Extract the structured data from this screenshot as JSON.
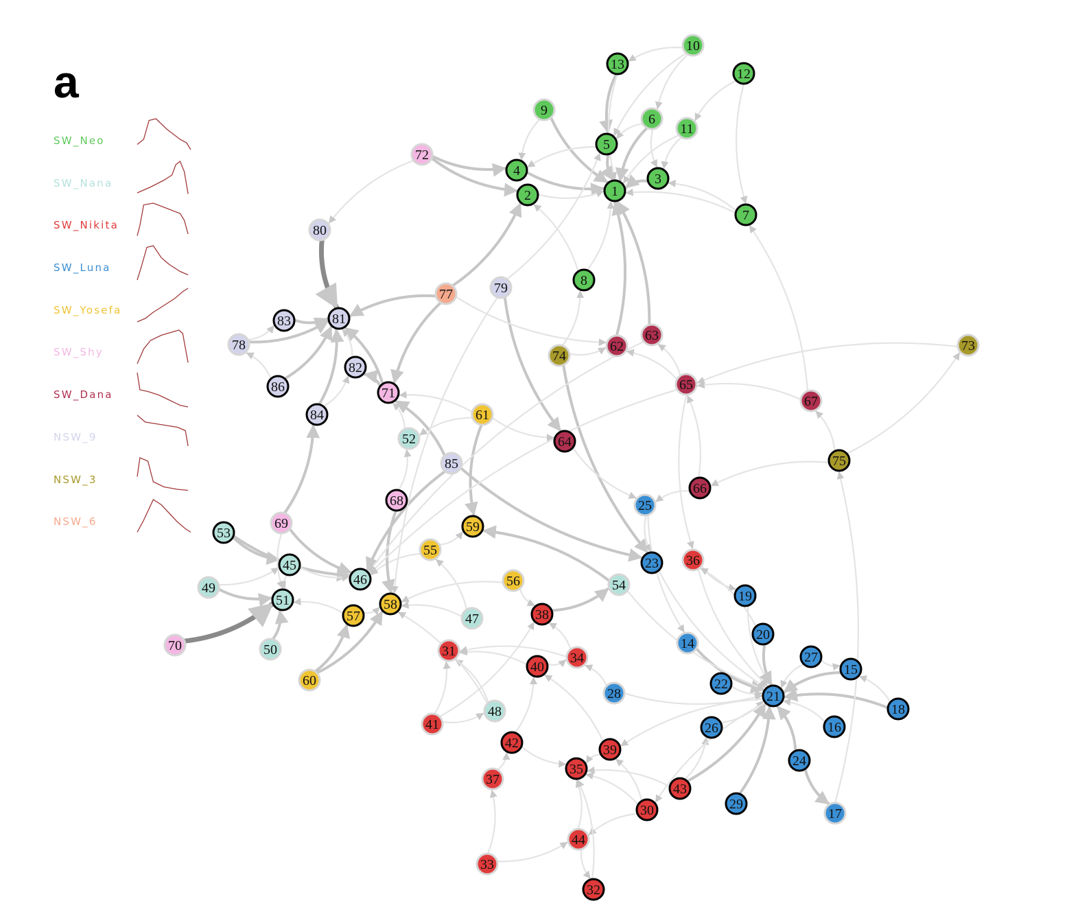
{
  "panel_label": "a",
  "legend": [
    {
      "name": "SW_Neo",
      "color": "#5ec95a",
      "curve": [
        [
          0,
          0.75
        ],
        [
          0.12,
          0.6
        ],
        [
          0.22,
          0.05
        ],
        [
          0.35,
          0.0
        ],
        [
          0.55,
          0.3
        ],
        [
          0.8,
          0.6
        ],
        [
          0.92,
          0.7
        ],
        [
          1.0,
          0.9
        ]
      ]
    },
    {
      "name": "SW_Nana",
      "color": "#b4e2da",
      "curve": [
        [
          0,
          0.92
        ],
        [
          0.25,
          0.75
        ],
        [
          0.5,
          0.55
        ],
        [
          0.65,
          0.4
        ],
        [
          0.72,
          0.1
        ],
        [
          0.8,
          0.0
        ],
        [
          0.88,
          0.3
        ],
        [
          0.95,
          0.95
        ]
      ]
    },
    {
      "name": "SW_Nikita",
      "color": "#e03a3a",
      "curve": [
        [
          0,
          0.95
        ],
        [
          0.05,
          0.65
        ],
        [
          0.12,
          0.05
        ],
        [
          0.3,
          0.0
        ],
        [
          0.55,
          0.15
        ],
        [
          0.8,
          0.3
        ],
        [
          0.88,
          0.5
        ],
        [
          0.95,
          0.9
        ]
      ]
    },
    {
      "name": "SW_Luna",
      "color": "#3a8fd4",
      "curve": [
        [
          0,
          1.0
        ],
        [
          0.08,
          0.6
        ],
        [
          0.18,
          0.05
        ],
        [
          0.3,
          0.0
        ],
        [
          0.45,
          0.35
        ],
        [
          0.6,
          0.55
        ],
        [
          0.8,
          0.75
        ],
        [
          0.95,
          0.85
        ]
      ]
    },
    {
      "name": "SW_Yosefa",
      "color": "#f0c433",
      "curve": [
        [
          0,
          0.98
        ],
        [
          0.15,
          0.88
        ],
        [
          0.3,
          0.7
        ],
        [
          0.5,
          0.5
        ],
        [
          0.7,
          0.3
        ],
        [
          0.85,
          0.1
        ],
        [
          0.95,
          0.0
        ]
      ]
    },
    {
      "name": "SW_Shy",
      "color": "#f4b7e3",
      "curve": [
        [
          0,
          0.98
        ],
        [
          0.12,
          0.55
        ],
        [
          0.25,
          0.3
        ],
        [
          0.45,
          0.15
        ],
        [
          0.6,
          0.08
        ],
        [
          0.78,
          0.0
        ],
        [
          0.85,
          0.1
        ],
        [
          0.95,
          0.95
        ]
      ]
    },
    {
      "name": "SW_Dana",
      "color": "#b0304f",
      "curve": [
        [
          0,
          0.0
        ],
        [
          0.05,
          0.5
        ],
        [
          0.2,
          0.55
        ],
        [
          0.4,
          0.65
        ],
        [
          0.6,
          0.8
        ],
        [
          0.8,
          0.95
        ],
        [
          0.95,
          1.0
        ]
      ]
    },
    {
      "name": "NSW_9",
      "color": "#d3d3ec",
      "curve": [
        [
          0,
          0.0
        ],
        [
          0.15,
          0.2
        ],
        [
          0.35,
          0.25
        ],
        [
          0.55,
          0.3
        ],
        [
          0.75,
          0.35
        ],
        [
          0.9,
          0.45
        ],
        [
          0.95,
          0.9
        ]
      ]
    },
    {
      "name": "NSW_3",
      "color": "#a89a2a",
      "curve": [
        [
          0,
          0.55
        ],
        [
          0.05,
          0.0
        ],
        [
          0.2,
          0.1
        ],
        [
          0.3,
          0.7
        ],
        [
          0.5,
          0.85
        ],
        [
          0.75,
          0.92
        ],
        [
          0.95,
          0.95
        ]
      ]
    },
    {
      "name": "NSW_6",
      "color": "#f5a98c",
      "curve": [
        [
          0,
          0.95
        ],
        [
          0.12,
          0.6
        ],
        [
          0.3,
          0.0
        ],
        [
          0.45,
          0.15
        ],
        [
          0.6,
          0.4
        ],
        [
          0.75,
          0.65
        ],
        [
          0.9,
          0.85
        ],
        [
          1.0,
          0.95
        ]
      ]
    }
  ],
  "groups": {
    "SW_Neo": "#5ec95a",
    "SW_Nana": "#b4e2da",
    "SW_Nikita": "#e03a3a",
    "SW_Luna": "#3a8fd4",
    "SW_Yosefa": "#f0c433",
    "SW_Shy": "#f4b7e3",
    "SW_Dana": "#b0304f",
    "NSW_9": "#d3d3ec",
    "NSW_3": "#a89a2a",
    "NSW_6": "#f5a98c"
  },
  "nodes": [
    {
      "id": "1",
      "group": "SW_Neo",
      "highlighted": true
    },
    {
      "id": "2",
      "group": "SW_Neo",
      "highlighted": true
    },
    {
      "id": "3",
      "group": "SW_Neo",
      "highlighted": true
    },
    {
      "id": "4",
      "group": "SW_Neo",
      "highlighted": true
    },
    {
      "id": "5",
      "group": "SW_Neo",
      "highlighted": true
    },
    {
      "id": "6",
      "group": "SW_Neo",
      "highlighted": false
    },
    {
      "id": "7",
      "group": "SW_Neo",
      "highlighted": true
    },
    {
      "id": "8",
      "group": "SW_Neo",
      "highlighted": true
    },
    {
      "id": "9",
      "group": "SW_Neo",
      "highlighted": false
    },
    {
      "id": "10",
      "group": "SW_Neo",
      "highlighted": false
    },
    {
      "id": "11",
      "group": "SW_Neo",
      "highlighted": false
    },
    {
      "id": "12",
      "group": "SW_Neo",
      "highlighted": true
    },
    {
      "id": "13",
      "group": "SW_Neo",
      "highlighted": true
    },
    {
      "id": "14",
      "group": "SW_Luna",
      "highlighted": false
    },
    {
      "id": "15",
      "group": "SW_Luna",
      "highlighted": true
    },
    {
      "id": "16",
      "group": "SW_Luna",
      "highlighted": true
    },
    {
      "id": "17",
      "group": "SW_Luna",
      "highlighted": false
    },
    {
      "id": "18",
      "group": "SW_Luna",
      "highlighted": true
    },
    {
      "id": "19",
      "group": "SW_Luna",
      "highlighted": true
    },
    {
      "id": "20",
      "group": "SW_Luna",
      "highlighted": true
    },
    {
      "id": "21",
      "group": "SW_Luna",
      "highlighted": true
    },
    {
      "id": "22",
      "group": "SW_Luna",
      "highlighted": true
    },
    {
      "id": "23",
      "group": "SW_Luna",
      "highlighted": true
    },
    {
      "id": "24",
      "group": "SW_Luna",
      "highlighted": true
    },
    {
      "id": "25",
      "group": "SW_Luna",
      "highlighted": false
    },
    {
      "id": "26",
      "group": "SW_Luna",
      "highlighted": true
    },
    {
      "id": "27",
      "group": "SW_Luna",
      "highlighted": true
    },
    {
      "id": "28",
      "group": "SW_Luna",
      "highlighted": false
    },
    {
      "id": "29",
      "group": "SW_Luna",
      "highlighted": true
    },
    {
      "id": "30",
      "group": "SW_Nikita",
      "highlighted": true
    },
    {
      "id": "31",
      "group": "SW_Nikita",
      "highlighted": false
    },
    {
      "id": "32",
      "group": "SW_Nikita",
      "highlighted": true
    },
    {
      "id": "33",
      "group": "SW_Nikita",
      "highlighted": false
    },
    {
      "id": "34",
      "group": "SW_Nikita",
      "highlighted": false
    },
    {
      "id": "35",
      "group": "SW_Nikita",
      "highlighted": true
    },
    {
      "id": "36",
      "group": "SW_Nikita",
      "highlighted": false
    },
    {
      "id": "37",
      "group": "SW_Nikita",
      "highlighted": false
    },
    {
      "id": "38",
      "group": "SW_Nikita",
      "highlighted": true
    },
    {
      "id": "39",
      "group": "SW_Nikita",
      "highlighted": true
    },
    {
      "id": "40",
      "group": "SW_Nikita",
      "highlighted": true
    },
    {
      "id": "41",
      "group": "SW_Nikita",
      "highlighted": false
    },
    {
      "id": "42",
      "group": "SW_Nikita",
      "highlighted": true
    },
    {
      "id": "43",
      "group": "SW_Nikita",
      "highlighted": true
    },
    {
      "id": "44",
      "group": "SW_Nikita",
      "highlighted": false
    },
    {
      "id": "45",
      "group": "SW_Nana",
      "highlighted": true
    },
    {
      "id": "46",
      "group": "SW_Nana",
      "highlighted": true
    },
    {
      "id": "47",
      "group": "SW_Nana",
      "highlighted": false
    },
    {
      "id": "48",
      "group": "SW_Nana",
      "highlighted": false
    },
    {
      "id": "49",
      "group": "SW_Nana",
      "highlighted": false
    },
    {
      "id": "50",
      "group": "SW_Nana",
      "highlighted": false
    },
    {
      "id": "51",
      "group": "SW_Nana",
      "highlighted": true
    },
    {
      "id": "52",
      "group": "SW_Nana",
      "highlighted": false
    },
    {
      "id": "53",
      "group": "SW_Nana",
      "highlighted": true
    },
    {
      "id": "54",
      "group": "SW_Nana",
      "highlighted": false
    },
    {
      "id": "55",
      "group": "SW_Yosefa",
      "highlighted": false
    },
    {
      "id": "56",
      "group": "SW_Yosefa",
      "highlighted": false
    },
    {
      "id": "57",
      "group": "SW_Yosefa",
      "highlighted": true
    },
    {
      "id": "58",
      "group": "SW_Yosefa",
      "highlighted": true
    },
    {
      "id": "59",
      "group": "SW_Yosefa",
      "highlighted": true
    },
    {
      "id": "60",
      "group": "SW_Yosefa",
      "highlighted": false
    },
    {
      "id": "61",
      "group": "SW_Yosefa",
      "highlighted": false
    },
    {
      "id": "62",
      "group": "SW_Dana",
      "highlighted": false
    },
    {
      "id": "63",
      "group": "SW_Dana",
      "highlighted": false
    },
    {
      "id": "64",
      "group": "SW_Dana",
      "highlighted": true
    },
    {
      "id": "65",
      "group": "SW_Dana",
      "highlighted": false
    },
    {
      "id": "66",
      "group": "SW_Dana",
      "highlighted": true
    },
    {
      "id": "67",
      "group": "SW_Dana",
      "highlighted": false
    },
    {
      "id": "68",
      "group": "SW_Shy",
      "highlighted": true
    },
    {
      "id": "69",
      "group": "SW_Shy",
      "highlighted": false
    },
    {
      "id": "70",
      "group": "SW_Shy",
      "highlighted": false
    },
    {
      "id": "71",
      "group": "SW_Shy",
      "highlighted": true
    },
    {
      "id": "72",
      "group": "SW_Shy",
      "highlighted": false
    },
    {
      "id": "73",
      "group": "NSW_3",
      "highlighted": false
    },
    {
      "id": "74",
      "group": "NSW_3",
      "highlighted": false
    },
    {
      "id": "75",
      "group": "NSW_3",
      "highlighted": true
    },
    {
      "id": "77",
      "group": "NSW_6",
      "highlighted": false
    },
    {
      "id": "78",
      "group": "NSW_9",
      "highlighted": false
    },
    {
      "id": "79",
      "group": "NSW_9",
      "highlighted": false
    },
    {
      "id": "80",
      "group": "NSW_9",
      "highlighted": false
    },
    {
      "id": "81",
      "group": "NSW_9",
      "highlighted": true
    },
    {
      "id": "82",
      "group": "NSW_9",
      "highlighted": true
    },
    {
      "id": "83",
      "group": "NSW_9",
      "highlighted": true
    },
    {
      "id": "84",
      "group": "NSW_9",
      "highlighted": true
    },
    {
      "id": "85",
      "group": "NSW_9",
      "highlighted": false
    },
    {
      "id": "86",
      "group": "NSW_9",
      "highlighted": true
    }
  ],
  "edges": [
    [
      "10",
      "13",
      1
    ],
    [
      "10",
      "6",
      1
    ],
    [
      "10",
      "5",
      1
    ],
    [
      "12",
      "11",
      1
    ],
    [
      "12",
      "7",
      1
    ],
    [
      "13",
      "5",
      2
    ],
    [
      "13",
      "1",
      1
    ],
    [
      "9",
      "1",
      2
    ],
    [
      "9",
      "4",
      1
    ],
    [
      "6",
      "1",
      2
    ],
    [
      "6",
      "5",
      1
    ],
    [
      "6",
      "3",
      1
    ],
    [
      "11",
      "3",
      1
    ],
    [
      "11",
      "1",
      1
    ],
    [
      "5",
      "1",
      2
    ],
    [
      "5",
      "4",
      1
    ],
    [
      "4",
      "1",
      2
    ],
    [
      "2",
      "1",
      1
    ],
    [
      "3",
      "1",
      2
    ],
    [
      "7",
      "3",
      1
    ],
    [
      "7",
      "1",
      1
    ],
    [
      "8",
      "2",
      1
    ],
    [
      "8",
      "1",
      1
    ],
    [
      "72",
      "4",
      2
    ],
    [
      "72",
      "2",
      2
    ],
    [
      "72",
      "80",
      1
    ],
    [
      "77",
      "2",
      2
    ],
    [
      "79",
      "5",
      1
    ],
    [
      "62",
      "1",
      2
    ],
    [
      "63",
      "1",
      2
    ],
    [
      "74",
      "62",
      1
    ],
    [
      "74",
      "8",
      1
    ],
    [
      "65",
      "63",
      1
    ],
    [
      "65",
      "62",
      1
    ],
    [
      "73",
      "65",
      1
    ],
    [
      "67",
      "65",
      1
    ],
    [
      "67",
      "7",
      1
    ],
    [
      "75",
      "67",
      1
    ],
    [
      "75",
      "73",
      1
    ],
    [
      "75",
      "66",
      1
    ],
    [
      "66",
      "65",
      1
    ],
    [
      "66",
      "25",
      1
    ],
    [
      "65",
      "36",
      1
    ],
    [
      "74",
      "23",
      2
    ],
    [
      "79",
      "64",
      2
    ],
    [
      "61",
      "64",
      1
    ],
    [
      "61",
      "59",
      2
    ],
    [
      "61",
      "71",
      1
    ],
    [
      "61",
      "52",
      1
    ],
    [
      "64",
      "25",
      1
    ],
    [
      "36",
      "21",
      1
    ],
    [
      "36",
      "19",
      1
    ],
    [
      "23",
      "21",
      1
    ],
    [
      "25",
      "23",
      1
    ],
    [
      "25",
      "14",
      1
    ],
    [
      "14",
      "21",
      2
    ],
    [
      "19",
      "21",
      1
    ],
    [
      "20",
      "21",
      2
    ],
    [
      "27",
      "21",
      1
    ],
    [
      "15",
      "21",
      2
    ],
    [
      "18",
      "21",
      2
    ],
    [
      "16",
      "21",
      1
    ],
    [
      "22",
      "21",
      1
    ],
    [
      "26",
      "21",
      1
    ],
    [
      "24",
      "21",
      2
    ],
    [
      "29",
      "21",
      2
    ],
    [
      "24",
      "17",
      2
    ],
    [
      "17",
      "75",
      1
    ],
    [
      "43",
      "21",
      2
    ],
    [
      "43",
      "26",
      1
    ],
    [
      "43",
      "35",
      1
    ],
    [
      "30",
      "35",
      1
    ],
    [
      "30",
      "39",
      1
    ],
    [
      "30",
      "44",
      1
    ],
    [
      "44",
      "35",
      1
    ],
    [
      "44",
      "32",
      1
    ],
    [
      "32",
      "35",
      1
    ],
    [
      "33",
      "37",
      1
    ],
    [
      "33",
      "44",
      1
    ],
    [
      "37",
      "42",
      1
    ],
    [
      "42",
      "40",
      1
    ],
    [
      "42",
      "35",
      1
    ],
    [
      "39",
      "40",
      1
    ],
    [
      "39",
      "35",
      1
    ],
    [
      "40",
      "34",
      1
    ],
    [
      "40",
      "31",
      1
    ],
    [
      "41",
      "31",
      1
    ],
    [
      "41",
      "38",
      1
    ],
    [
      "41",
      "48",
      1
    ],
    [
      "48",
      "31",
      1
    ],
    [
      "48",
      "58",
      1
    ],
    [
      "28",
      "34",
      1
    ],
    [
      "28",
      "21",
      1
    ],
    [
      "34",
      "38",
      1
    ],
    [
      "34",
      "31",
      1
    ],
    [
      "38",
      "54",
      2
    ],
    [
      "54",
      "59",
      2
    ],
    [
      "54",
      "21",
      1
    ],
    [
      "56",
      "38",
      1
    ],
    [
      "56",
      "58",
      1
    ],
    [
      "47",
      "58",
      1
    ],
    [
      "47",
      "55",
      1
    ],
    [
      "55",
      "59",
      1
    ],
    [
      "55",
      "46",
      1
    ],
    [
      "60",
      "57",
      2
    ],
    [
      "60",
      "58",
      2
    ],
    [
      "57",
      "58",
      1
    ],
    [
      "57",
      "51",
      1
    ],
    [
      "70",
      "51",
      3
    ],
    [
      "50",
      "51",
      2
    ],
    [
      "49",
      "51",
      2
    ],
    [
      "49",
      "45",
      1
    ],
    [
      "53",
      "45",
      2
    ],
    [
      "53",
      "46",
      2
    ],
    [
      "45",
      "51",
      1
    ],
    [
      "45",
      "46",
      1
    ],
    [
      "69",
      "46",
      2
    ],
    [
      "69",
      "84",
      2
    ],
    [
      "69",
      "51",
      1
    ],
    [
      "68",
      "58",
      2
    ],
    [
      "68",
      "52",
      1
    ],
    [
      "52",
      "71",
      1
    ],
    [
      "85",
      "46",
      2
    ],
    [
      "85",
      "71",
      2
    ],
    [
      "85",
      "23",
      2
    ],
    [
      "71",
      "82",
      2
    ],
    [
      "71",
      "81",
      2
    ],
    [
      "77",
      "81",
      2
    ],
    [
      "77",
      "71",
      2
    ],
    [
      "77",
      "62",
      1
    ],
    [
      "80",
      "81",
      3
    ],
    [
      "83",
      "81",
      2
    ],
    [
      "78",
      "81",
      2
    ],
    [
      "78",
      "83",
      1
    ],
    [
      "86",
      "81",
      2
    ],
    [
      "86",
      "78",
      1
    ],
    [
      "84",
      "81",
      2
    ],
    [
      "84",
      "82",
      1
    ],
    [
      "82",
      "81",
      1
    ],
    [
      "79",
      "58",
      1
    ],
    [
      "65",
      "46",
      1
    ],
    [
      "63",
      "46",
      1
    ],
    [
      "21",
      "39",
      1
    ],
    [
      "21",
      "30",
      1
    ],
    [
      "20",
      "36",
      1
    ],
    [
      "27",
      "15",
      1
    ],
    [
      "18",
      "15",
      1
    ]
  ]
}
